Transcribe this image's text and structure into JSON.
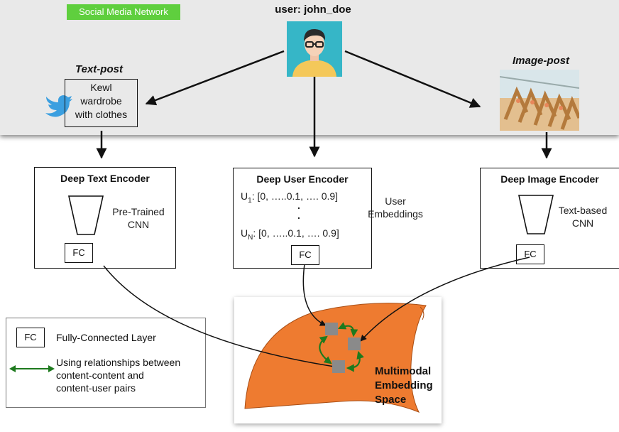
{
  "banner": {
    "network_label": "Social Media Network",
    "user_title": "user: john_doe"
  },
  "text_post": {
    "title": "Text-post",
    "lines": [
      "Kewl",
      "wardrobe",
      "with clothes"
    ]
  },
  "image_post": {
    "title": "Image-post"
  },
  "encoders": {
    "text": {
      "title": "Deep Text Encoder",
      "model_lines": [
        "Pre-Trained",
        "CNN"
      ],
      "fc": "FC"
    },
    "user": {
      "title": "Deep User Encoder",
      "row1_prefix": "U",
      "row1_sub": "1",
      "rowN_prefix": "U",
      "rowN_sub": "N",
      "row_values": ": [0, …..0.1, …. 0.9]",
      "dots": ".",
      "label_lines": [
        "User",
        "Embeddings"
      ],
      "fc": "FC"
    },
    "image": {
      "title": "Deep Image Encoder",
      "model_lines": [
        "Text-based",
        "CNN"
      ],
      "fc": "FC"
    }
  },
  "legend": {
    "fc": "FC",
    "fc_desc": "Fully-Connected Layer",
    "arrow_desc_lines": [
      "Using relationships between",
      "content-content and",
      "content-user pairs"
    ]
  },
  "embedding": {
    "label_lines": [
      "Multimodal",
      "Embedding",
      "Space"
    ]
  },
  "colors": {
    "banner_bg": "#e9e9e9",
    "badge": "#5fcf3e",
    "manifold": "#ee7b30",
    "relation_arrow": "#1e7a1e",
    "node": "#8a8a8a",
    "avatar_bg": "#36b6c7",
    "twitter": "#3b9fe0"
  },
  "icons": [
    "user-avatar-icon",
    "twitter-bird-icon",
    "clothes-hangers-image",
    "cnn-funnel-icon"
  ]
}
